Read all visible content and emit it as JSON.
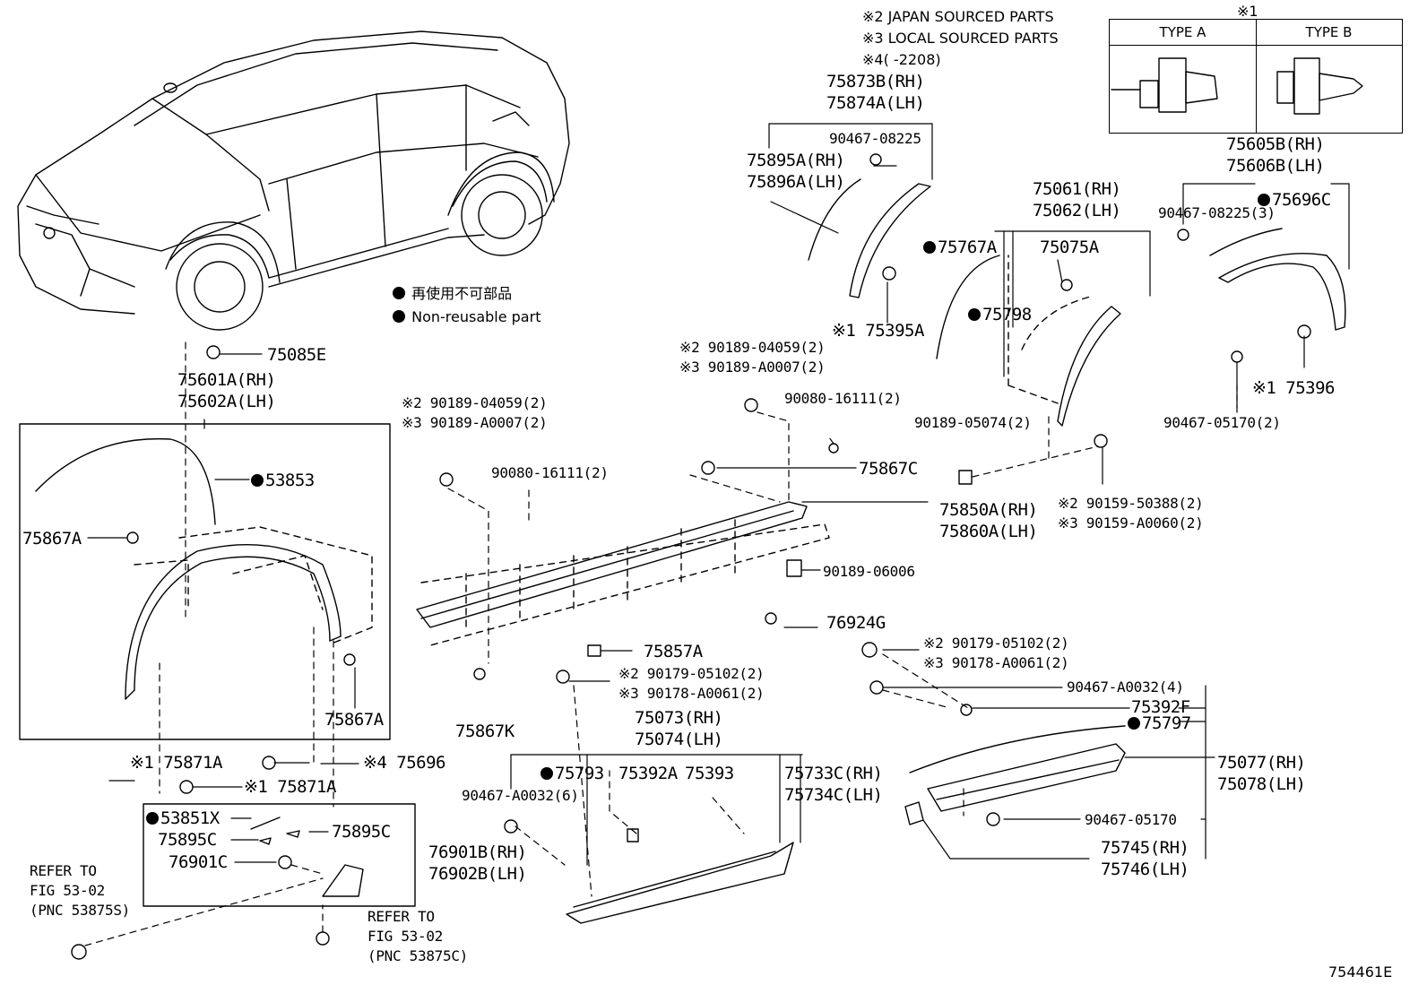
{
  "notes": {
    "n1": "※1",
    "n2": "※2 JAPAN SOURCED PARTS",
    "n3": "※3 LOCAL SOURCED PARTS",
    "n4": "※4(     -2208)"
  },
  "type_table": {
    "type_a": "TYPE A",
    "type_b": "TYPE B"
  },
  "legend": {
    "jp": "再使用不可部品",
    "en": "Non-reusable part"
  },
  "figure_id": "754461E",
  "labels": {
    "l75873B": "75873B(RH)",
    "l75874A": "75874A(LH)",
    "l90467_08225": "90467-08225",
    "l75895A": "75895A(RH)",
    "l75896A": "75896A(LH)",
    "l75395A": "※1 75395A",
    "l75061": "75061(RH)",
    "l75062": "75062(LH)",
    "l75767A": "75767A",
    "l75075A": "75075A",
    "l75798": "75798",
    "l75605B": "75605B(RH)",
    "l75606B": "75606B(LH)",
    "l90467_08225_3": "90467-08225(3)",
    "l75696C": "75696C",
    "l75396": "※1 75396",
    "l90467_05170_2": "90467-05170(2)",
    "l75085E": "75085E",
    "l75601A": "75601A(RH)",
    "l75602A": "75602A(LH)",
    "l53853": "53853",
    "l75867A_1": "75867A",
    "l75867A_2": "75867A",
    "l90189_04059_a": "※2 90189-04059(2)",
    "l90189_A0007_a": "※3 90189-A0007(2)",
    "l90080_16111_a": "90080-16111(2)",
    "l90189_04059_b": "※2 90189-04059(2)",
    "l90189_A0007_b": "※3 90189-A0007(2)",
    "l90080_16111_b": "90080-16111(2)",
    "l90189_05074": "90189-05074(2)",
    "l75867C": "75867C",
    "l75850A": "75850A(RH)",
    "l75860A": "75860A(LH)",
    "l90159_50388": "※2 90159-50388(2)",
    "l90159_A0060": "※3 90159-A0060(2)",
    "l90189_06006": "90189-06006",
    "l76924G": "76924G",
    "l75857A": "75857A",
    "l90179_05102_a": "※2 90179-05102(2)",
    "l90178_A0061_a": "※3 90178-A0061(2)",
    "l90179_05102_b": "※2 90179-05102(2)",
    "l90178_A0061_b": "※3 90178-A0061(2)",
    "l75867K": "75867K",
    "l75073": "75073(RH)",
    "l75074": "75074(LH)",
    "l75793": "75793",
    "l75392A": "75392A",
    "l75393": "75393",
    "l75733C": "75733C(RH)",
    "l75734C": "75734C(LH)",
    "l90467_A0032_6": "90467-A0032(6)",
    "l90467_A0032_4": "90467-A0032(4)",
    "l75392F": "75392F",
    "l75797": "75797",
    "l75077": "75077(RH)",
    "l75078": "75078(LH)",
    "l90467_05170": "90467-05170",
    "l75745": "75745(RH)",
    "l75746": "75746(LH)",
    "l75871A_1": "※1 75871A",
    "l75871A_2": "※1 75871A",
    "l75696": "※4 75696",
    "l53851X": "53851X",
    "l75895C_1": "75895C",
    "l75895C_2": "75895C",
    "l76901C": "76901C",
    "l76901B": "76901B(RH)",
    "l76902B": "76902B(LH)",
    "refer1_a": "REFER TO",
    "refer1_b": "FIG 53-02",
    "refer1_c": "(PNC 53875S)",
    "refer2_a": "REFER TO",
    "refer2_b": "FIG 53-02",
    "refer2_c": "(PNC 53875C)"
  }
}
